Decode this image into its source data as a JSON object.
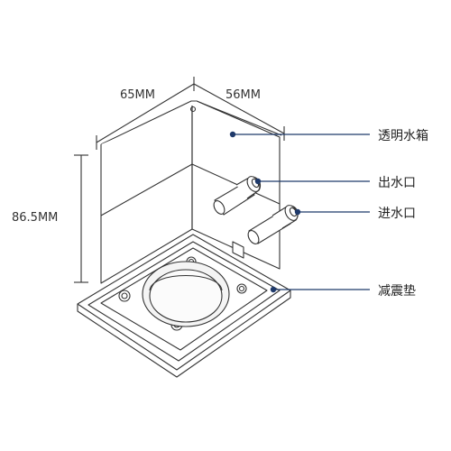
{
  "dimensions": {
    "width": "65MM",
    "depth": "56MM",
    "height": "86.5MM"
  },
  "callouts": {
    "tank": "透明水箱",
    "outlet": "出水口",
    "inlet": "进水口",
    "damper": "减震垫"
  },
  "colors": {
    "outline": "#333333",
    "leader": "#1f3a6b",
    "dot": "#1f3a6b"
  }
}
